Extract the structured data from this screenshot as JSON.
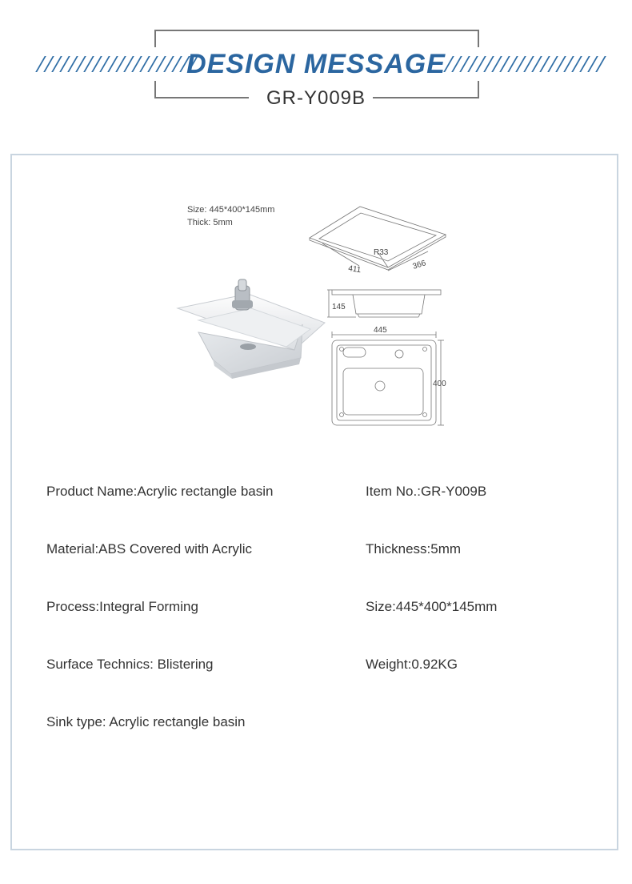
{
  "header": {
    "title": "DESIGN MESSAGE",
    "model": "GR-Y009B"
  },
  "drawing": {
    "size_note": "Size: 445*400*145mm",
    "thick_note": "Thick: 5mm",
    "dim_411": "411",
    "dim_r33": "R33",
    "dim_366": "366",
    "dim_145": "145",
    "dim_445": "445",
    "dim_400": "400"
  },
  "specs": {
    "product_name": "Product Name:Acrylic rectangle basin",
    "item_no": "Item No.:GR-Y009B",
    "material": "Material:ABS Covered with Acrylic",
    "thickness": "Thickness:5mm",
    "process": "Process:Integral Forming",
    "size": "Size:445*400*145mm",
    "surface": "Surface Technics: Blistering",
    "weight": "Weight:0.92KG",
    "sink_type": "Sink type: Acrylic rectangle basin"
  },
  "colors": {
    "accent": "#2b66a0",
    "frame": "#777777",
    "panel_border": "#c9d5e0"
  }
}
